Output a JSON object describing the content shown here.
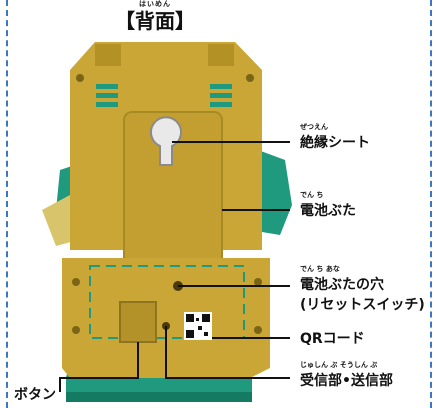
{
  "title": {
    "ruby": "はいめん",
    "text": "【背面】"
  },
  "labels": {
    "insulation_sheet": {
      "ruby": "ぜつえん",
      "text": "絶縁シート"
    },
    "battery_cover": {
      "ruby": "でん ち",
      "text": "電池ぶた"
    },
    "battery_cover_hole": {
      "ruby": "でん ち                   あな",
      "text": "電池ぶたの穴",
      "sub": "(リセットスイッチ)"
    },
    "qr_code": {
      "text": "QRコード"
    },
    "receiver_transmitter": {
      "ruby": "じゅしん ぶ     そうしん ぶ",
      "text": "受信部•送信部"
    },
    "button": {
      "text": "ボタン"
    }
  },
  "colors": {
    "body": "#c9a635",
    "body_dark": "#a88a22",
    "body_light": "#dcbc4f",
    "teal": "#1f9a7e",
    "teal_dark": "#157a62",
    "leader": "#111111",
    "dashed_border": "#3b78c3"
  }
}
